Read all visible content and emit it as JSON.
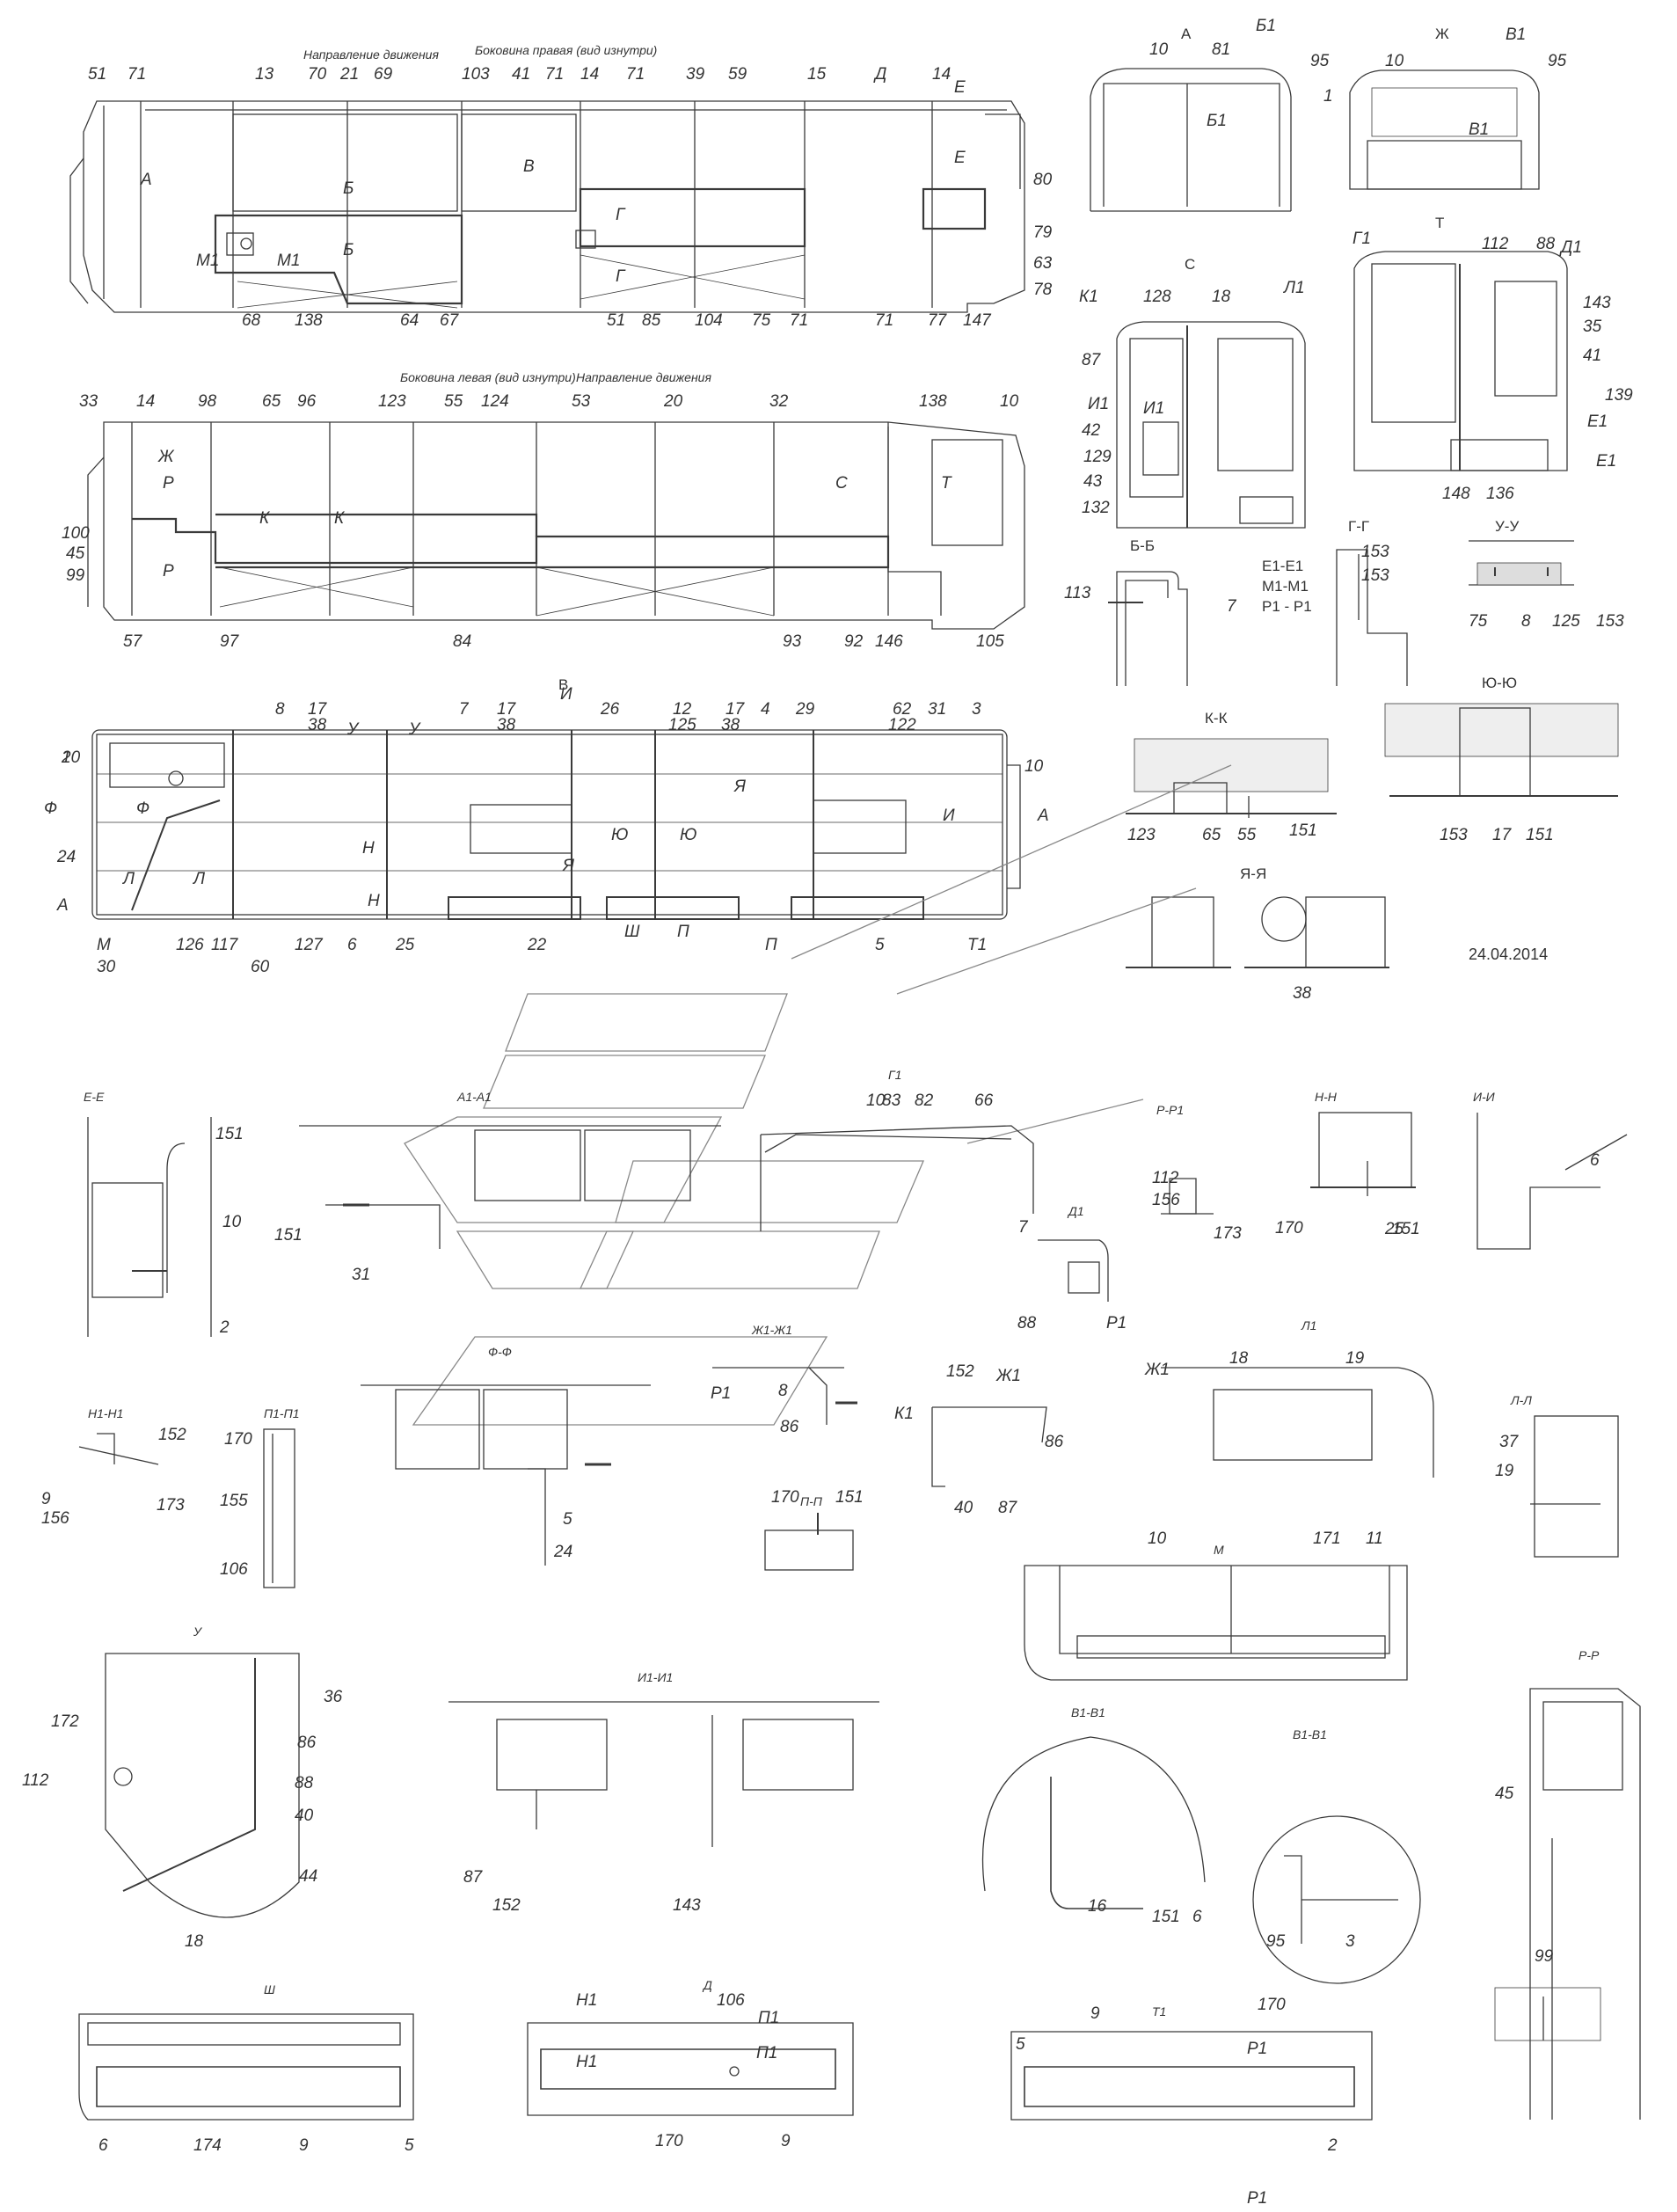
{
  "date": "24.04.2014",
  "captions": {
    "direction_top": "Направление движения",
    "side_right": "Боковина правая (вид изнутри)",
    "side_left": "Боковина левая (вид изнутри)",
    "direction_mid": "Направление движения"
  },
  "view_titles": {
    "A": "А",
    "Zh": "Ж",
    "S": "С",
    "T": "Т",
    "V": "В",
    "B_B": "Б-Б",
    "G_G": "Г-Г",
    "U_U": "У-У",
    "K_K": "К-К",
    "Yu_Yu": "Ю-Ю",
    "Ya_Ya": "Я-Я",
    "E_E": "Е-Е",
    "A1_A1": "А1-А1",
    "G1": "Г1",
    "R_R1": "Р-Р1",
    "N_N": "Н-Н",
    "I_I": "И-И",
    "D1": "Д1",
    "Zh1_Zh1": "Ж1-Ж1",
    "F_F": "Ф-Ф",
    "L1": "Л1",
    "L_L": "Л-Л",
    "N1_N1": "Н1-Н1",
    "P1_P1": "П1-П1",
    "P_P": "П-П",
    "M": "М",
    "U": "У",
    "I1_I1": "И1-И1",
    "V1_V1": "В1-В1",
    "V1_V1b": "В1-В1",
    "R_R": "Р-Р",
    "Sh": "Ш",
    "D": "Д",
    "T1": "Т1",
    "section_list": [
      "Е1-Е1",
      "М1-М1",
      "Р1 - Р1"
    ]
  },
  "labels_top_right_side": [
    "51",
    "71",
    "13",
    "70",
    "21",
    "69",
    "103",
    "41",
    "71",
    "14",
    "71",
    "39",
    "59",
    "15",
    "Д",
    "14",
    "Е",
    "Е",
    "80",
    "79",
    "63",
    "78",
    "68",
    "138",
    "64",
    "67",
    "51",
    "85",
    "104",
    "75",
    "71",
    "71",
    "77",
    "147",
    "М1",
    "М1",
    "Б",
    "Б",
    "Г",
    "Г",
    "А",
    "В"
  ],
  "labels_left_side": [
    "33",
    "14",
    "98",
    "65",
    "96",
    "123",
    "55",
    "124",
    "53",
    "20",
    "32",
    "138",
    "10",
    "Ж",
    "Р",
    "Р",
    "К",
    "К",
    "С",
    "Т",
    "100",
    "45",
    "99",
    "57",
    "97",
    "84",
    "93",
    "92",
    "146",
    "105"
  ],
  "labels_view_v": [
    "10",
    "8",
    "17",
    "38",
    "У",
    "У",
    "7",
    "17",
    "38",
    "И",
    "26",
    "12",
    "125",
    "17",
    "38",
    "4",
    "29",
    "62",
    "122",
    "31",
    "3",
    "10",
    "Ф",
    "Ф",
    "24",
    "Л",
    "Л",
    "Н",
    "Н",
    "Ю",
    "Ю",
    "Я",
    "Я",
    "И",
    "А",
    "А",
    "М",
    "30",
    "126",
    "117",
    "60",
    "127",
    "6",
    "25",
    "22",
    "Ш",
    "П",
    "П",
    "5",
    "Т1",
    "2"
  ],
  "labels_details": [
    "10",
    "81",
    "Б1",
    "Б1",
    "95",
    "1",
    "10",
    "В1",
    "В1",
    "95",
    "128",
    "18",
    "87",
    "И1",
    "И1",
    "42",
    "129",
    "43",
    "132",
    "К1",
    "Л1",
    "112",
    "88",
    "Г1",
    "Д1",
    "143",
    "35",
    "41",
    "139",
    "Е1",
    "Е1",
    "148",
    "136",
    "113",
    "153",
    "153",
    "75",
    "8",
    "125",
    "153",
    "7",
    "151",
    "123",
    "65",
    "55",
    "153",
    "17",
    "151",
    "38",
    "151",
    "10",
    "2",
    "151",
    "31",
    "10",
    "83",
    "82",
    "66",
    "112",
    "156",
    "173",
    "170",
    "25",
    "151",
    "6",
    "7",
    "88",
    "Р1",
    "Р1",
    "8",
    "86",
    "152",
    "Ж1",
    "К1",
    "86",
    "40",
    "87",
    "Ж1",
    "18",
    "19",
    "37",
    "19",
    "152",
    "9",
    "156",
    "173",
    "170",
    "155",
    "106",
    "170",
    "151",
    "5",
    "24",
    "10",
    "171",
    "11",
    "172",
    "36",
    "86",
    "112",
    "88",
    "40",
    "44",
    "18",
    "87",
    "152",
    "143",
    "16",
    "151",
    "6",
    "95",
    "3",
    "45",
    "99",
    "6",
    "174",
    "9",
    "5",
    "Н1",
    "106",
    "П1",
    "Н1",
    "170",
    "П1",
    "9",
    "5",
    "9",
    "170",
    "Р1",
    "Р1",
    "2"
  ]
}
